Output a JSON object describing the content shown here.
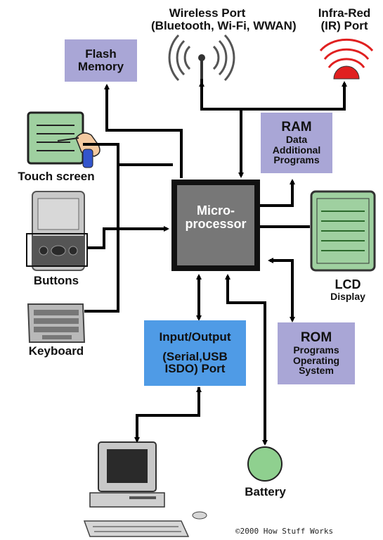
{
  "wireless": {
    "line1": "Wireless Port",
    "line2": "(Bluetooth, Wi-Fi, WWAN)"
  },
  "infrared": {
    "line1": "Infra-Red",
    "line2": "(IR) Port"
  },
  "flash": {
    "line1": "Flash",
    "line2": "Memory"
  },
  "ram": {
    "title": "RAM",
    "l1": "Data",
    "l2": "Additional",
    "l3": "Programs"
  },
  "cpu": {
    "line1": "Micro-",
    "line2": "processor"
  },
  "touch": {
    "label": "Touch screen"
  },
  "buttons": {
    "label": "Buttons"
  },
  "keyboard": {
    "label": "Keyboard"
  },
  "lcd": {
    "line1": "LCD",
    "line2": "Display"
  },
  "io": {
    "line1": "Input/Output",
    "line2": "(Serial,USB",
    "line3": "ISDO) Port"
  },
  "rom": {
    "title": "ROM",
    "l1": "Programs",
    "l2": "Operating",
    "l3": "System"
  },
  "battery": {
    "label": "Battery"
  },
  "credit": "©2000 How Stuff Works",
  "colors": {
    "box_purple": "#a9a6d6",
    "box_blue": "#4f9be6",
    "screen_green": "#9fd0a0",
    "battery_green": "#8fd08f",
    "ir_red": "#e02020"
  }
}
